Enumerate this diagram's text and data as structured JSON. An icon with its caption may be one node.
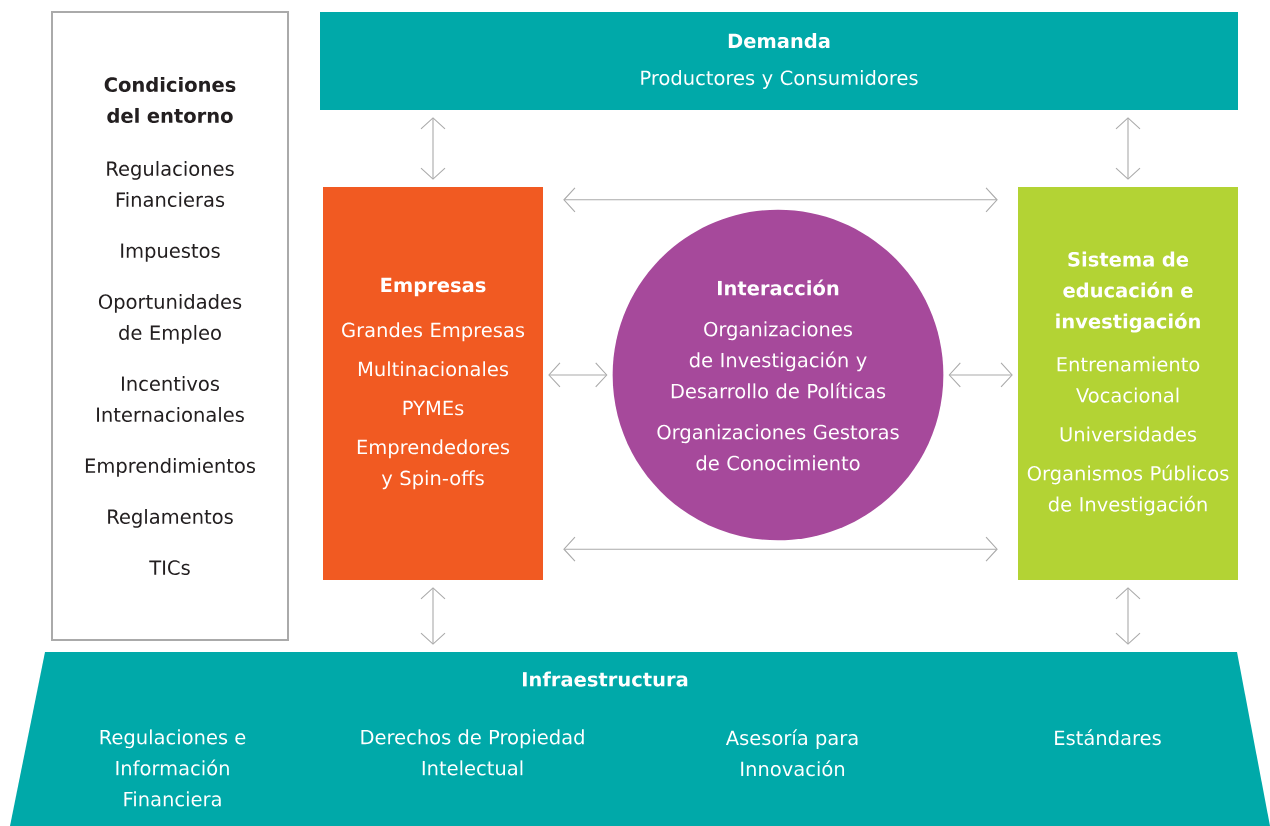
{
  "diagram": {
    "nodes": [
      {
        "text": [
          "Condiciones del entorno",
          "Regulaciones Financieras",
          "Impuestos",
          "Oportunidades de Empleo",
          "Incentivos Internacionales",
          "Emprendimientos",
          "Reglamentos",
          "TICs"
        ]
      },
      {
        "text": [
          "Demanda",
          "Productores y Consumidores"
        ]
      },
      {
        "text": [
          "Empresas",
          "Grandes Empresas",
          "Multinacionales",
          "PYMEs",
          "Emprendedores y Spin-offs"
        ]
      },
      {
        "text": [
          "Interacción",
          "Organizaciones de Investigación y Desarrollo de Políticas",
          "Organizaciones Gestoras de Conocimiento"
        ]
      },
      {
        "text": [
          "Sistema de educación e investigación",
          "Entrenamiento Vocacional",
          "Universidades",
          "Organismos Públicos de Investigación"
        ]
      },
      {
        "text": [
          "Infraestructura",
          "Regulaciones e Información Financiera",
          "Derechos de Propiedad Intelectual",
          "Asesoría para Innovación",
          "Estándares"
        ]
      }
    ],
    "edges": [
      {
        "from": 1,
        "to": 2,
        "arrow": "both"
      },
      {
        "from": 1,
        "to": 4,
        "arrow": "both"
      },
      {
        "from": 2,
        "to": 4,
        "arrow": "both"
      },
      {
        "from": 2,
        "to": 4,
        "arrow": "both"
      },
      {
        "from": 2,
        "to": 3,
        "arrow": "both"
      },
      {
        "from": 3,
        "to": 4,
        "arrow": "both"
      },
      {
        "from": 2,
        "to": 5,
        "arrow": "both"
      },
      {
        "from": 4,
        "to": 5,
        "arrow": "both"
      }
    ]
  }
}
